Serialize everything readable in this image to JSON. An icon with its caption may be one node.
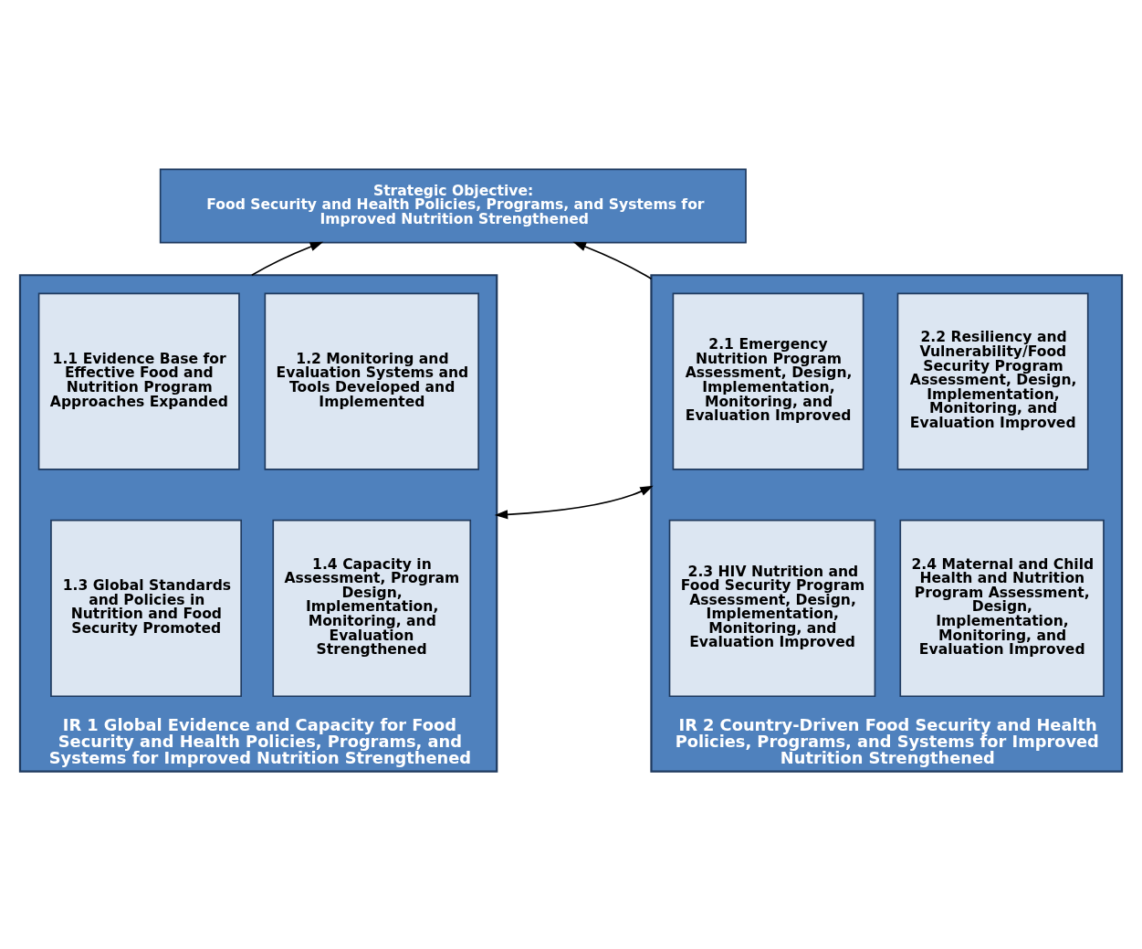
{
  "diagram": {
    "nodes": [
      {
        "text": [
          "Strategic Objective:",
          "Food Security and Health Policies, Programs, and Systems for Improved Nutrition Strengthened"
        ]
      },
      {
        "text": [
          "IR 1 Global Evidence and Capacity for Food Security and Health Policies, Programs, and Systems for Improved Nutrition Strengthened"
        ]
      },
      {
        "text": [
          "1.1 Evidence Base for Effective Food and Nutrition Program Approaches Expanded"
        ],
        "in": 1
      },
      {
        "text": [
          "1.2 Monitoring and Evaluation Systems and Tools Developed and Implemented"
        ],
        "in": 1
      },
      {
        "text": [
          "1.3 Global Standards and Policies in Nutrition and Food Security Promoted"
        ],
        "in": 1
      },
      {
        "text": [
          "1.4 Capacity in Assessment, Program Design, Implementation, Monitoring, and Evaluation Strengthened"
        ],
        "in": 1
      },
      {
        "text": [
          "IR 2 Country-Driven Food Security and Health Policies, Programs, and Systems for Improved Nutrition Strengthened"
        ]
      },
      {
        "text": [
          "2.1 Emergency Nutrition Program Assessment, Design, Implementation, Monitoring, and Evaluation Improved"
        ],
        "in": 6
      },
      {
        "text": [
          "2.2 Resiliency and Vulnerability/Food Security Program Assessment, Design, Implementation, Monitoring, and Evaluation Improved"
        ],
        "in": 6
      },
      {
        "text": [
          "2.3 HIV Nutrition and Food Security Program Assessment, Design, Implementation, Monitoring, and Evaluation Improved"
        ],
        "in": 6
      },
      {
        "text": [
          "2.4 Maternal and Child Health and Nutrition Program Assessment, Design, Implementation, Monitoring, and Evaluation Improved"
        ],
        "in": 6
      }
    ],
    "edges": [
      {
        "from": 1,
        "to": 0,
        "arrow": "to"
      },
      {
        "from": 6,
        "to": 0,
        "arrow": "to"
      },
      {
        "from": 1,
        "to": 6,
        "arrow": "both"
      }
    ]
  }
}
